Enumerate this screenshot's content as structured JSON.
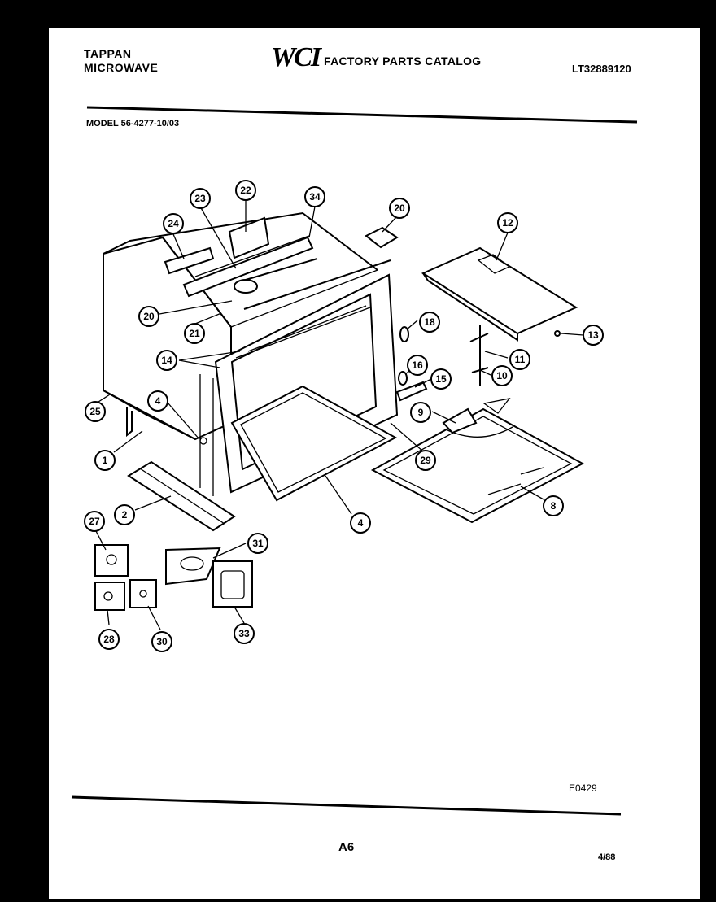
{
  "header": {
    "brand_line1": "TAPPAN",
    "brand_line2": "MICROWAVE",
    "logo_text": "WCI",
    "catalog_title": "FACTORY PARTS CATALOG",
    "document_number": "LT32889120"
  },
  "model_line": "MODEL 56-4277-10/03",
  "footer": {
    "drawing_code": "E0429",
    "page_code": "A6",
    "date": "4/88"
  },
  "callouts": [
    "23",
    "22",
    "34",
    "20",
    "24",
    "12",
    "20",
    "21",
    "18",
    "13",
    "14",
    "11",
    "16",
    "15",
    "10",
    "25",
    "4",
    "9",
    "1",
    "29",
    "8",
    "2",
    "4",
    "27",
    "31",
    "28",
    "30",
    "33"
  ]
}
